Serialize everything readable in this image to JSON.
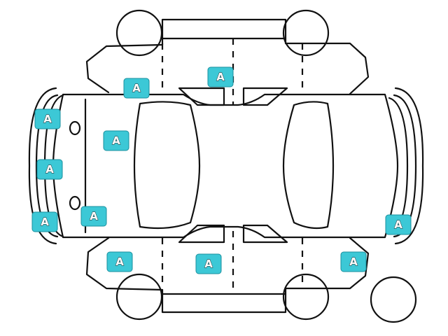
{
  "markers": [
    {
      "id": "m1",
      "label": "A"
    },
    {
      "id": "m2",
      "label": "A"
    },
    {
      "id": "m3",
      "label": "A"
    },
    {
      "id": "m4",
      "label": "A"
    },
    {
      "id": "m5",
      "label": "A"
    },
    {
      "id": "m6",
      "label": "A"
    },
    {
      "id": "m7",
      "label": "A"
    },
    {
      "id": "m8",
      "label": "A"
    },
    {
      "id": "m9",
      "label": "A"
    },
    {
      "id": "m10",
      "label": "A"
    },
    {
      "id": "m11",
      "label": "A"
    }
  ],
  "colors": {
    "marker_fill": "#3cc8d6",
    "line": "#111111",
    "background": "#ffffff"
  }
}
